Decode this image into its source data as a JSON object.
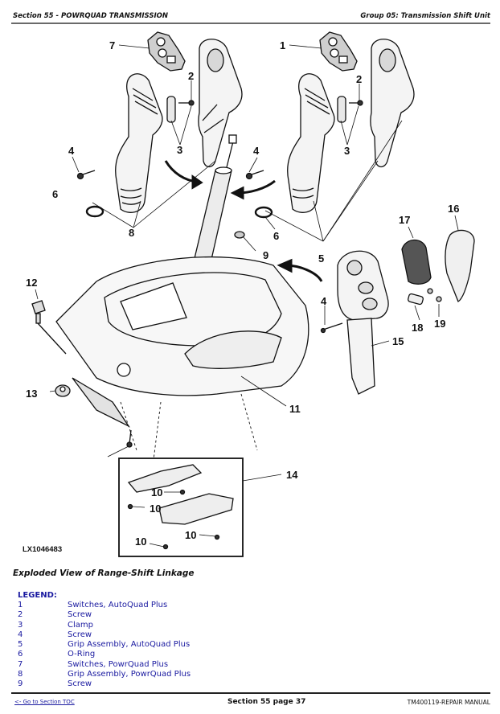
{
  "header": {
    "section": "Section 55 - POWRQUAD TRANSMISSION",
    "group": "Group 05: Transmission Shift Unit"
  },
  "diagram": {
    "figure_id": "LX1046483",
    "callouts": [
      "1",
      "2",
      "2",
      "3",
      "3",
      "4",
      "4",
      "4",
      "5",
      "6",
      "6",
      "7",
      "8",
      "9",
      "10",
      "10",
      "10",
      "10",
      "11",
      "12",
      "13",
      "14",
      "15",
      "16",
      "17",
      "18",
      "19"
    ]
  },
  "caption": "Exploded View of Range-Shift Linkage",
  "legend": {
    "title": "LEGEND:",
    "items": [
      {
        "num": "1",
        "desc": "Switches, AutoQuad Plus"
      },
      {
        "num": "2",
        "desc": "Screw"
      },
      {
        "num": "3",
        "desc": "Clamp"
      },
      {
        "num": "4",
        "desc": "Screw"
      },
      {
        "num": "5",
        "desc": "Grip Assembly, AutoQuad Plus"
      },
      {
        "num": "6",
        "desc": "O-Ring"
      },
      {
        "num": "7",
        "desc": "Switches, PowrQuad Plus"
      },
      {
        "num": "8",
        "desc": "Grip Assembly, PowrQuad Plus"
      },
      {
        "num": "9",
        "desc": "Screw"
      }
    ]
  },
  "footer": {
    "toc_link": "<- Go to Section TOC",
    "page": "Section 55 page 37",
    "manual": "TM400119-REPAIR MANUAL"
  }
}
